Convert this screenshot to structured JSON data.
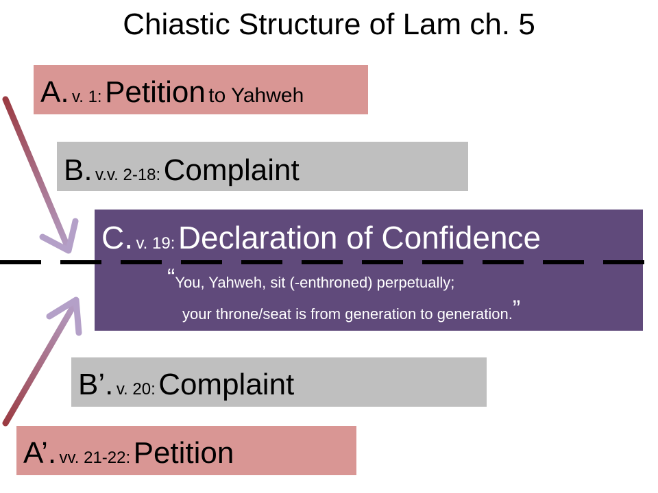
{
  "title": "Chiastic Structure of Lam ch. 5",
  "sections": {
    "a": {
      "letter": "A.",
      "verse": "v. 1:",
      "main": "Petition",
      "suffix": "to Yahweh"
    },
    "b": {
      "letter": "B.",
      "verse": "v.v. 2-18:",
      "main": "Complaint"
    },
    "c": {
      "letter": "C.",
      "verse": "v. 19:",
      "main": "Declaration of Confidence",
      "open_quote": "“",
      "quote_line1": "You, Yahweh, sit (-enthroned) perpetually;",
      "quote_line2": "your throne/seat is from generation to generation.",
      "close_quote": "”"
    },
    "b_prime": {
      "letter": "B’.",
      "verse": "v. 20:",
      "main": "Complaint"
    },
    "a_prime": {
      "letter": "A’.",
      "verse": "vv. 21-22:",
      "main": "Petition"
    }
  },
  "colors": {
    "pink": "#d99694",
    "gray": "#bfbfbf",
    "purple": "#604a7b",
    "arrow_dark": "#9b3b42",
    "arrow_light": "#b4a0c8"
  }
}
